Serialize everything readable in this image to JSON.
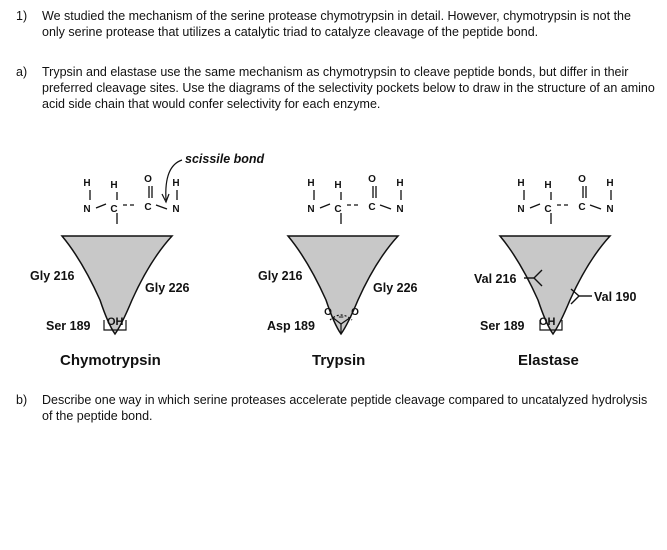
{
  "q1": {
    "number": "1)",
    "text": "We studied the mechanism of the serine protease chymotrypsin in detail. However, chymotrypsin is not the only serine protease that utilizes a catalytic triad to catalyze cleavage of the peptide bond."
  },
  "qa": {
    "number": "a)",
    "text": "Trypsin and elastase use the same mechanism as chymotrypsin to cleave peptide bonds, but differ in their preferred cleavage sites. Use the diagrams of the selectivity pockets below to draw in the structure of an amino acid side chain that would confer selectivity for each enzyme."
  },
  "figure": {
    "scissile_label": "scissile bond",
    "backbone": {
      "h": "H",
      "n": "N",
      "c": "C",
      "o": "O"
    },
    "pocket_fill": "#c8c8c8",
    "enzymes": [
      {
        "name": "Chymotrypsin",
        "left_label": "Gly 216",
        "right_label": "Gly 226",
        "bottom_label": "Ser 189",
        "bottom_group": "OH"
      },
      {
        "name": "Trypsin",
        "left_label": "Gly 216",
        "right_label": "Gly 226",
        "bottom_label": "Asp 189",
        "bottom_group": "O"
      },
      {
        "name": "Elastase",
        "left_label": "Val 216",
        "right_label": "Val 190",
        "bottom_label": "Ser 189",
        "bottom_group": "OH"
      }
    ]
  },
  "qb": {
    "number": "b)",
    "text": "Describe one way in which serine proteases accelerate peptide cleavage compared to uncatalyzed hydrolysis of the peptide bond."
  }
}
